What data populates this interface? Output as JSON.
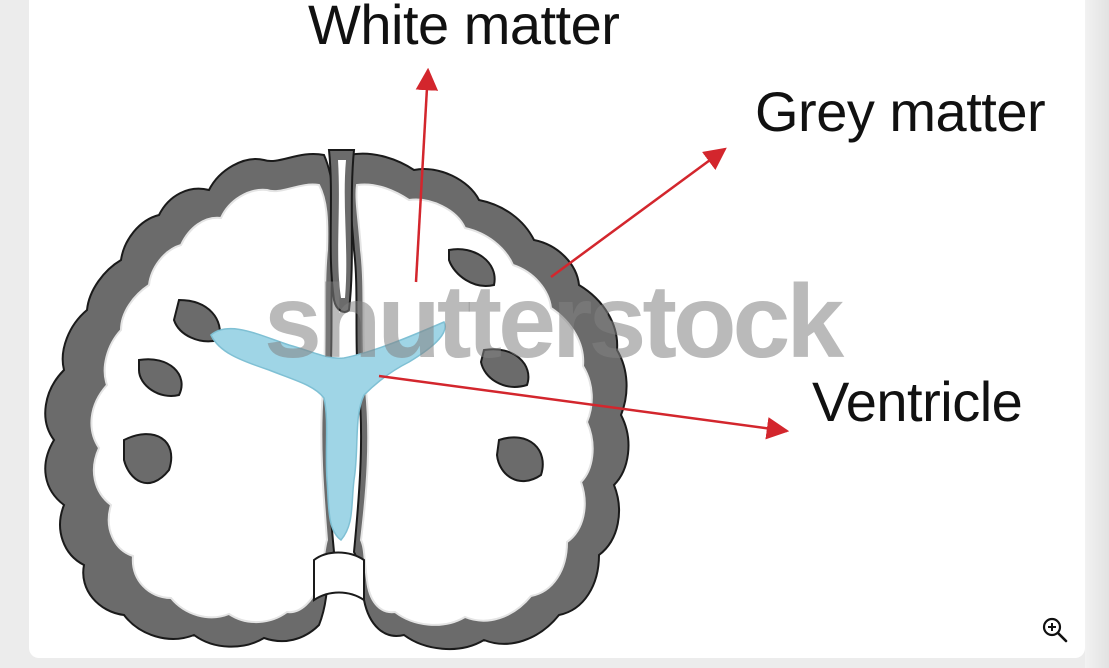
{
  "labels": {
    "white_matter": "White matter",
    "grey_matter": "Grey matter",
    "ventricle": "Ventricle"
  },
  "watermark": "shutterstock",
  "colors": {
    "grey_matter": "#6b6b6b",
    "ventricle": "#9fd5e6",
    "arrow": "#d3262d",
    "outline": "#1a1a1a"
  },
  "icons": {
    "zoom": "zoom-in-icon"
  }
}
